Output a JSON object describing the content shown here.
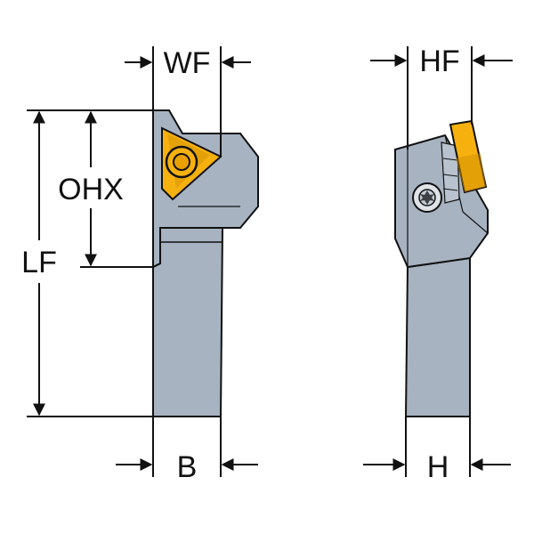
{
  "labels": {
    "wf": "WF",
    "hf": "HF",
    "ohx": "OHX",
    "lf": "LF",
    "b": "B",
    "h": "H"
  },
  "colors": {
    "body": "#a7b3c1",
    "insert": "#f6b10f",
    "insert_dark": "#d18f00",
    "line": "#111111",
    "screw": "#dfe3e8"
  },
  "icons": {
    "insert_left": "triangular-threading-insert",
    "insert_right": "insert-side-view",
    "screw": "torx-screw-icon"
  }
}
